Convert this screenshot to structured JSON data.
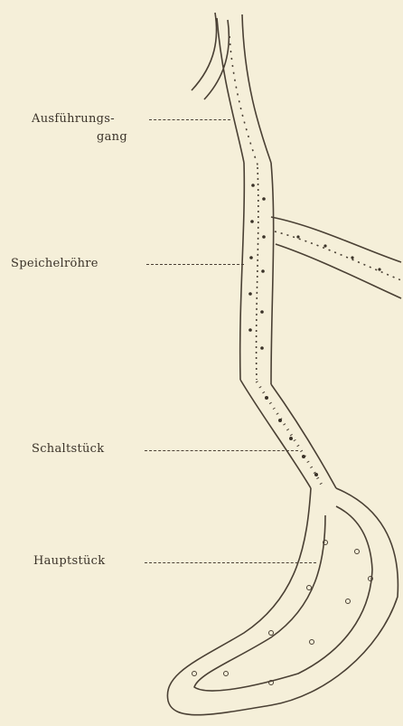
{
  "figure": {
    "background": "#f5efd9",
    "ink": "#4a4034",
    "labels": [
      {
        "id": "ausfuehrungsgang",
        "line1": "Ausführungs-",
        "line2": "gang"
      },
      {
        "id": "speichelroehre",
        "text": "Speichelröhre"
      },
      {
        "id": "schaltstueck",
        "text": "Schaltstück"
      },
      {
        "id": "hauptstueck",
        "text": "Hauptstück"
      }
    ]
  }
}
